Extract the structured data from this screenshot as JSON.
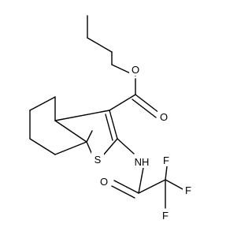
{
  "structure": {
    "atom_labels": {
      "ester_carbonyl_oxygen": "O",
      "ester_ether_oxygen": "O",
      "ring_sulfur": "S",
      "amide_nitrogen_h": "NH",
      "amide_oxygen": "O",
      "fluorine_1": "F",
      "fluorine_2": "F",
      "fluorine_3": "F"
    }
  }
}
